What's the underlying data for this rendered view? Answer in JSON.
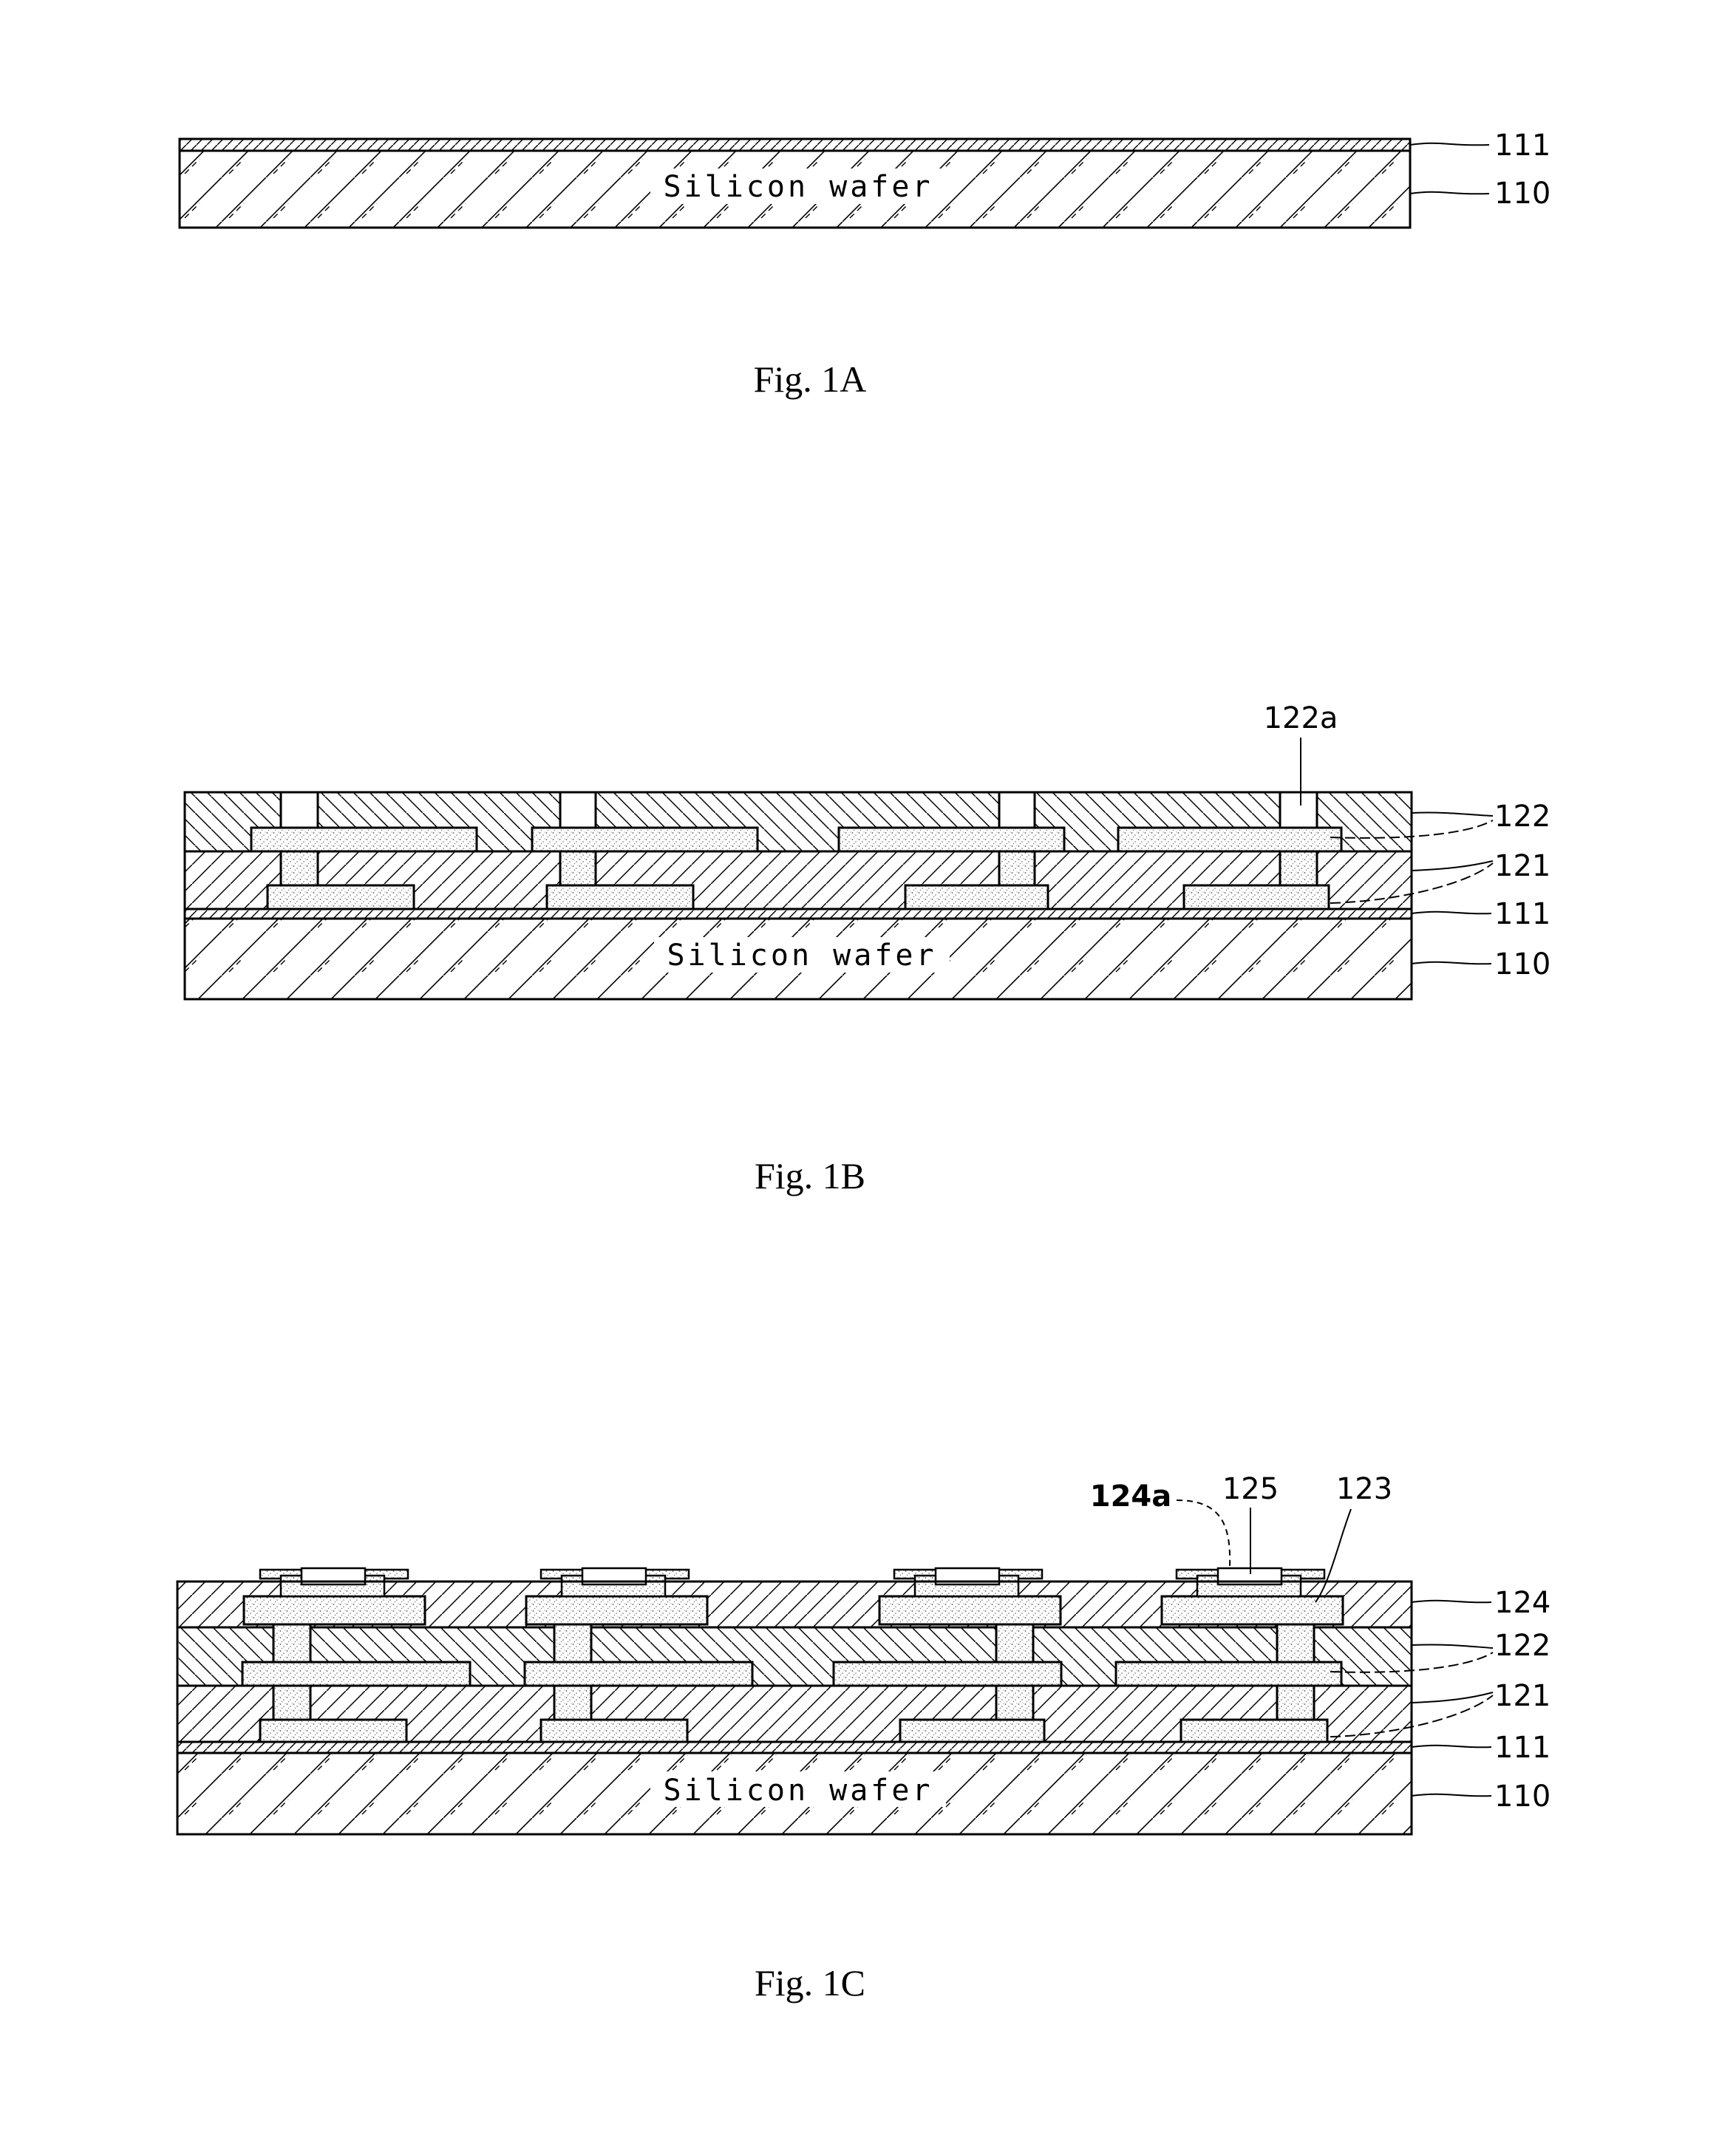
{
  "figures": [
    {
      "caption": "Fig. 1A",
      "wafer_text": "Silicon wafer",
      "labels": {
        "l111": "111",
        "l110": "110"
      }
    },
    {
      "caption": "Fig. 1B",
      "wafer_text": "Silicon wafer",
      "labels": {
        "l122a": "122a",
        "l122": "122",
        "l121": "121",
        "l111": "111",
        "l110": "110"
      }
    },
    {
      "caption": "Fig. 1C",
      "wafer_text": "Silicon wafer",
      "labels": {
        "l124a": "124a",
        "l125": "125",
        "l123": "123",
        "l124": "124",
        "l122": "122",
        "l121": "121",
        "l111": "111",
        "l110": "110"
      }
    }
  ]
}
